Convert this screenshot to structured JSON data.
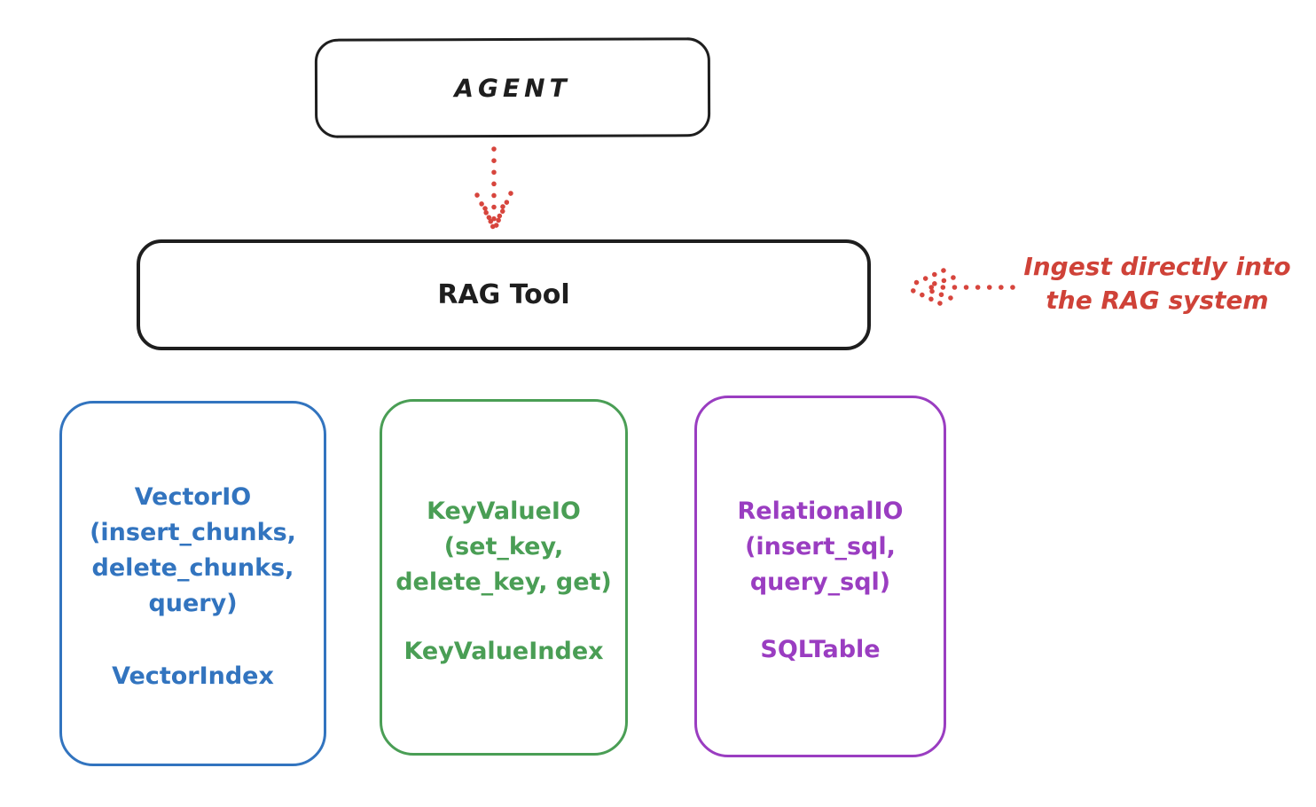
{
  "diagram": {
    "title_context": "RAG Tool architecture sketch",
    "agent": {
      "label": "AGENT"
    },
    "rag_tool": {
      "label": "RAG Tool"
    },
    "annotation": {
      "text": "Ingest directly into\nthe RAG system",
      "color": "#cf4238"
    },
    "arrows": [
      {
        "name": "agent-to-rag-arrow",
        "style": "dotted",
        "color": "#d7453d",
        "direction": "down"
      },
      {
        "name": "annotation-to-rag-arrow",
        "style": "dotted",
        "color": "#d7453d",
        "direction": "left"
      }
    ],
    "backends": [
      {
        "id": "vector-io",
        "color": "#3274bf",
        "body": "VectorIO\n(insert_chunks,\ndelete_chunks,\nquery)",
        "index_label": "VectorIndex"
      },
      {
        "id": "keyvalue-io",
        "color": "#4a9e55",
        "body": "KeyValueIO\n(set_key,\ndelete_key, get)",
        "index_label": "KeyValueIndex"
      },
      {
        "id": "relational-io",
        "color": "#9a3dc1",
        "body": "RelationalIO\n(insert_sql,\nquery_sql)",
        "index_label": "SQLTable"
      }
    ]
  }
}
